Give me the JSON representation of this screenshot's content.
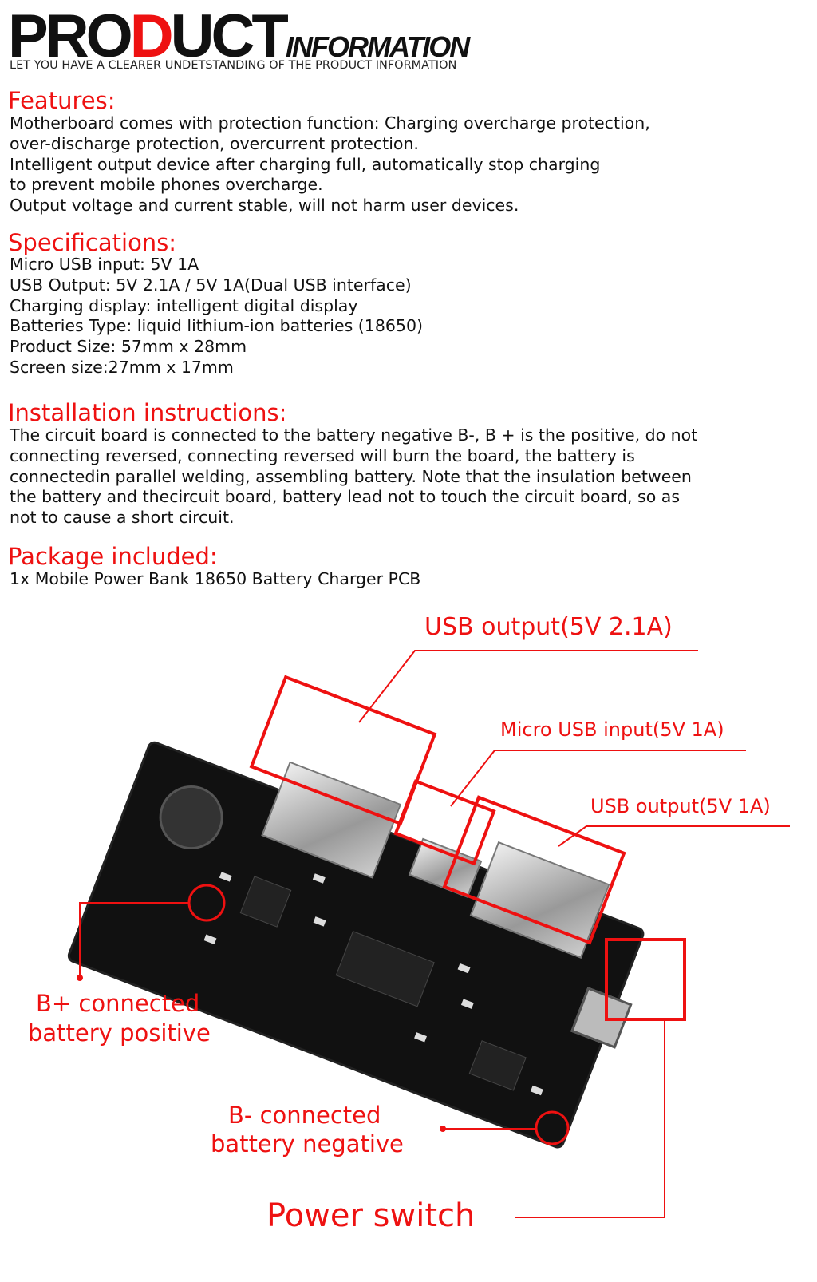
{
  "header": {
    "logo_pre": "PRO",
    "logo_red": "D",
    "logo_post": "UCT",
    "logo_sub": "INFORMATION",
    "tagline": "LET YOU HAVE A CLEARER UNDETSTANDING OF THE PRODUCT INFORMATION"
  },
  "features": {
    "title": "Features:",
    "lines": [
      "Motherboard comes with protection function: Charging overcharge protection,",
      "over-discharge protection, overcurrent protection.",
      "Intelligent output device after charging full, automatically stop charging",
      "to prevent mobile phones overcharge.",
      "Output voltage and current stable, will not harm user devices."
    ]
  },
  "specifications": {
    "title": "Specifications:",
    "lines": [
      "Micro USB input: 5V 1A",
      "USB Output: 5V 2.1A / 5V 1A(Dual USB interface)",
      "Charging display: intelligent digital display",
      "Batteries Type: liquid lithium-ion batteries (18650)",
      "Product Size: 57mm x 28mm",
      "Screen size:27mm x 17mm"
    ]
  },
  "installation": {
    "title": "Installation instructions:",
    "lines": [
      "The circuit board is connected to the battery negative B-, B + is the positive, do not",
      "connecting reversed, connecting reversed will burn the board, the battery is",
      "connectedin parallel welding, assembling battery. Note that the insulation between",
      "the battery and thecircuit board, battery lead not to touch the circuit board, so as",
      "not to cause a short circuit."
    ]
  },
  "package": {
    "title": "Package included:",
    "lines": [
      "1x Mobile Power Bank 18650 Battery Charger PCB"
    ]
  },
  "diagram": {
    "usb_output_1": "USB output(5V 2.1A)",
    "micro_usb_input": "Micro USB input(5V 1A)",
    "usb_output_2": "USB output(5V 1A)",
    "b_plus_1": "B+ connected",
    "b_plus_2": "battery positive",
    "b_minus_1": "B- connected",
    "b_minus_2": "battery negative",
    "power_switch": "Power switch",
    "accent": "#e11111"
  }
}
